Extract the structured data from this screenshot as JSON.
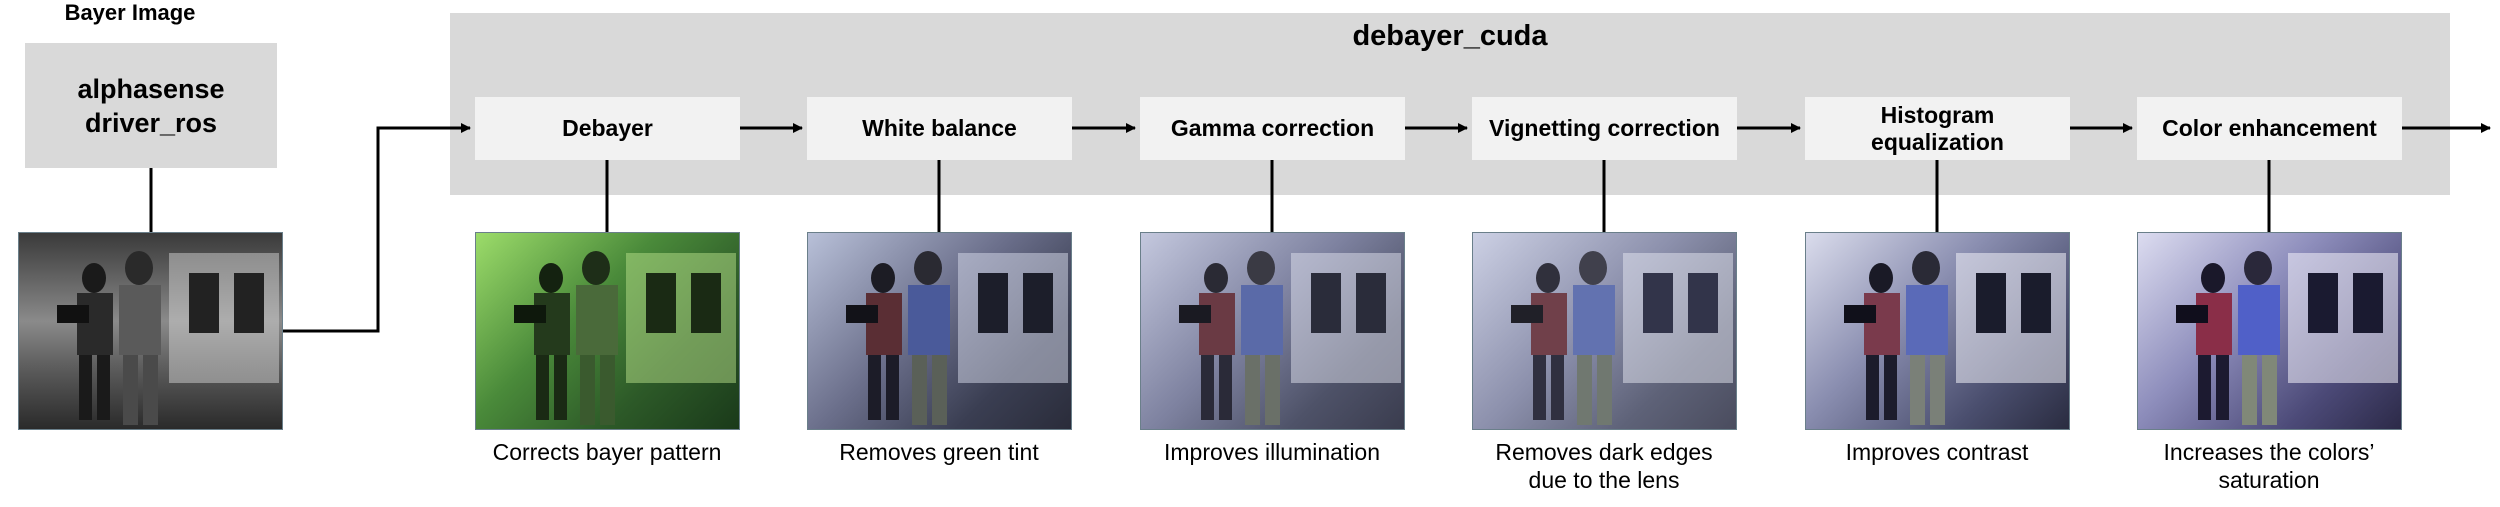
{
  "source": {
    "label_line1": "alphasense",
    "label_line2": "driver_ros"
  },
  "input_caption": "Bayer Image",
  "pipeline": {
    "title": "debayer_cuda",
    "stages": [
      {
        "label": "Debayer",
        "caption_lines": [
          "Corrects bayer pattern"
        ],
        "tint": "green"
      },
      {
        "label": "White balance",
        "caption_lines": [
          "Removes green tint"
        ],
        "tint": "neutral"
      },
      {
        "label": "Gamma correction",
        "caption_lines": [
          "Improves illumination"
        ],
        "tint": "neutral"
      },
      {
        "label": "Vignetting correction",
        "caption_lines": [
          "Removes dark edges",
          "due to the lens"
        ],
        "tint": "neutral"
      },
      {
        "label_lines": [
          "Histogram",
          "equalization"
        ],
        "caption_lines": [
          "Improves contrast"
        ],
        "tint": "neutral"
      },
      {
        "label": "Color enhancement",
        "caption_lines": [
          "Increases the colors’",
          "saturation"
        ],
        "tint": "vivid"
      }
    ]
  },
  "colors": {
    "box_fill": "#d9d9d9",
    "stage_fill": "#f2f2f2",
    "connector": "#000000"
  }
}
